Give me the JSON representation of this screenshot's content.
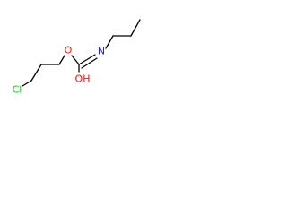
{
  "molecule": {
    "atoms": {
      "o_ether": "O",
      "n_amide": "N",
      "o_hydroxyl": "OH",
      "cl": "Cl"
    },
    "colors": {
      "carbon": "#000000",
      "nitrogen": "#2020ff",
      "oxygen": "#ff0d0d",
      "chlorine": "#1fbf1f"
    }
  }
}
